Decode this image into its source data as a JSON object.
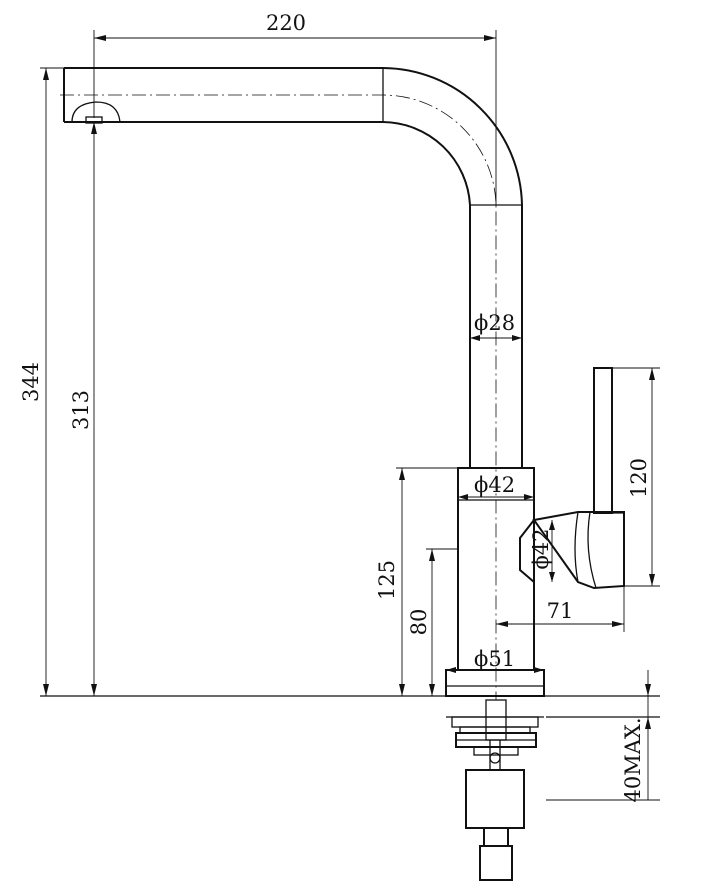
{
  "dimensions": {
    "spout_reach": "220",
    "total_height": "344",
    "spout_height": "313",
    "pipe_diameter": "28",
    "body_diameter": "42",
    "handle_diameter": "42",
    "handle_height": "120",
    "body_height": "125",
    "handle_center_height": "80",
    "handle_reach": "71",
    "base_diameter": "51",
    "max_counter_thickness": "40MAX."
  },
  "symbols": {
    "diameter": "ϕ"
  }
}
